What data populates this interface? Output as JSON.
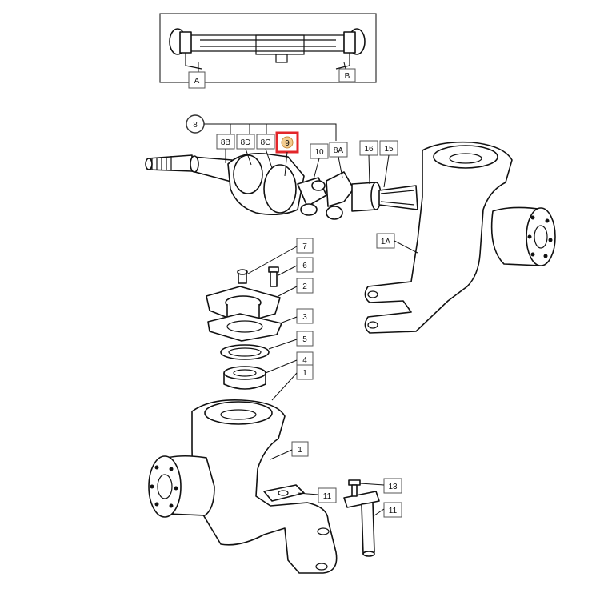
{
  "diagram": {
    "overview": {
      "left_label": "A",
      "right_label": "B"
    },
    "group_label": "8",
    "highlight_color": "#e3262a",
    "highlight_fill": "#f2cc8f",
    "labels": {
      "l8B": "8B",
      "l8D": "8D",
      "l8C": "8C",
      "l9": "9",
      "l10": "10",
      "l8A": "8A",
      "l16": "16",
      "l15": "15",
      "l1A": "1A",
      "l7": "7",
      "l6": "6",
      "l2": "2",
      "l3": "3",
      "l5": "5",
      "l4": "4",
      "l1a": "1",
      "l1b": "1",
      "l11a": "11",
      "l13": "13",
      "l11b": "11"
    }
  }
}
